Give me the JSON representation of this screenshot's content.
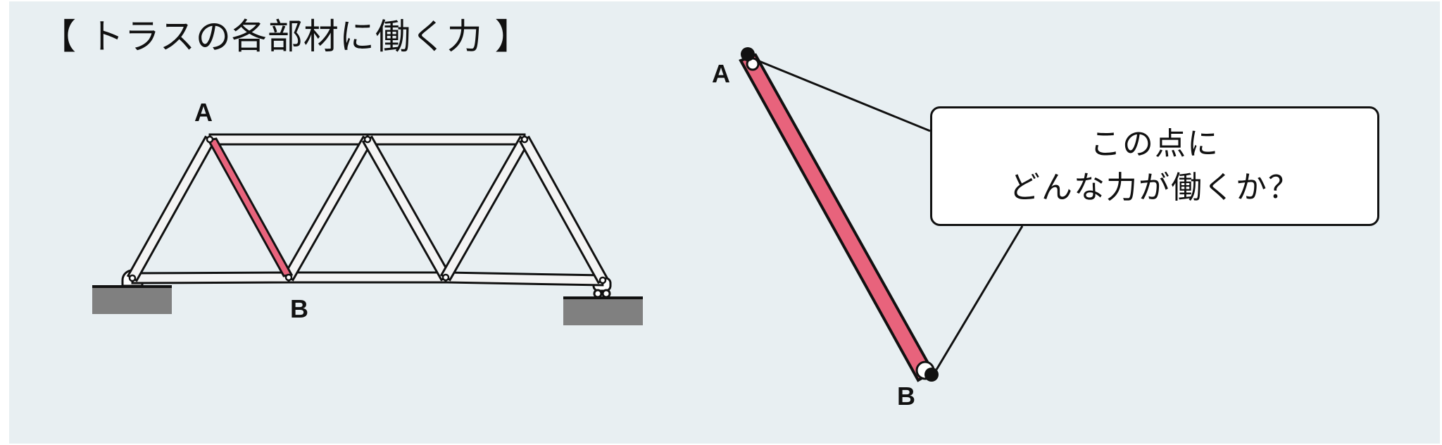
{
  "title": "【 トラスの各部材に働く力 】",
  "truss": {
    "label_a": "A",
    "label_b": "B"
  },
  "member_detail": {
    "label_a": "A",
    "label_b": "B"
  },
  "callout": {
    "line1": "この点に",
    "line2": "どんな力が働くか？"
  },
  "colors": {
    "background": "#e8eff2",
    "highlight_member": "#e8637c",
    "ground": "#808080",
    "stroke": "#111111"
  }
}
